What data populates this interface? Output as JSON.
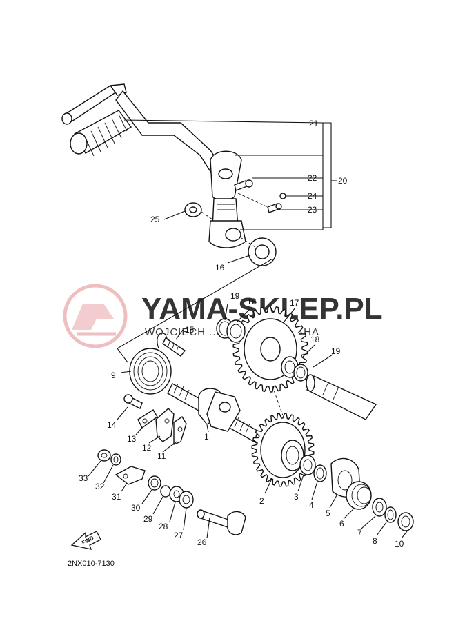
{
  "watermark": {
    "brand": "YAMA-SKLEP.PL",
    "tagline": "WOJCIECH ... DEALER YAMAHA",
    "color": "#e7a2a6"
  },
  "diagram_code": "2NX010-7130",
  "direction_badge": "FWD",
  "callouts": {
    "c1": "1",
    "c2": "2",
    "c3": "3",
    "c4": "4",
    "c5": "5",
    "c6": "6",
    "c7": "7",
    "c8": "8",
    "c9": "9",
    "c10": "10",
    "c11": "11",
    "c12": "12",
    "c13": "13",
    "c14": "14",
    "c15": "15",
    "c16": "16",
    "c17": "17",
    "c18a": "18",
    "c18b": "18",
    "c19a": "19",
    "c19b": "19",
    "c20": "20",
    "c21": "21",
    "c22": "22",
    "c23": "23",
    "c24": "24",
    "c25": "25",
    "c26": "26",
    "c27": "27",
    "c28": "28",
    "c29": "29",
    "c30": "30",
    "c31": "31",
    "c32": "32",
    "c33": "33"
  }
}
